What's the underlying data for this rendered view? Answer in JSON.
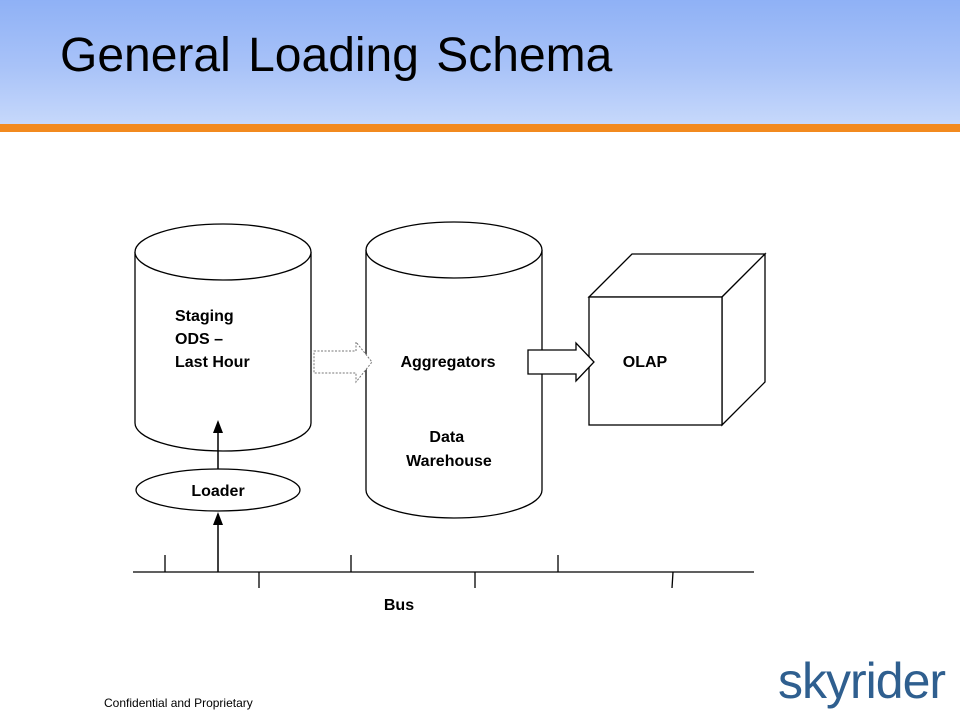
{
  "slide": {
    "title": "General Loading Schema",
    "footer": "Confidential and Proprietary",
    "logo_text": "skyrider"
  },
  "diagram": {
    "staging": {
      "lines": [
        "Staging",
        "ODS –",
        "Last Hour"
      ]
    },
    "loader": "Loader",
    "aggregators": "Aggregators",
    "warehouse": {
      "lines": [
        "Data",
        "Warehouse"
      ]
    },
    "olap": "OLAP",
    "bus": "Bus"
  },
  "colors": {
    "header_top": "#8fb1f6",
    "header_bottom": "#c6d8fb",
    "accent_rule": "#f28a1f",
    "logo": "#2f5f8f"
  }
}
